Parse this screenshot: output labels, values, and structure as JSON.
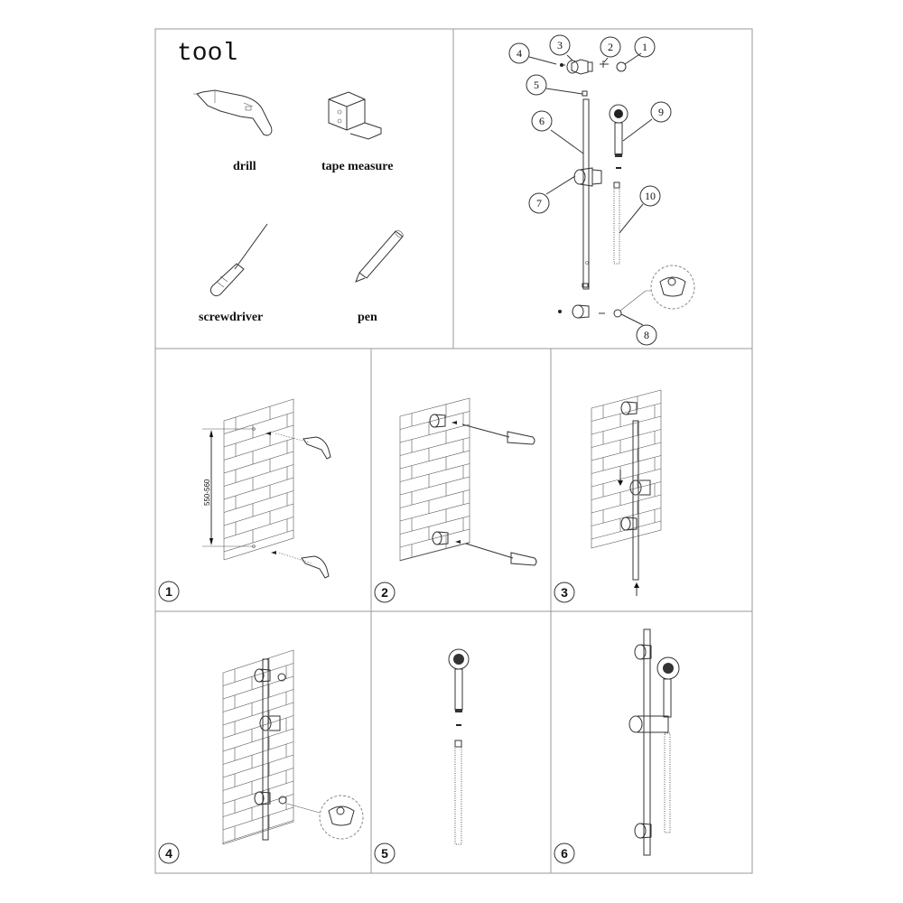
{
  "tools": {
    "title": "tool",
    "items": [
      {
        "label": "drill",
        "icon": "drill-icon"
      },
      {
        "label": "tape measure",
        "icon": "tape-measure-icon"
      },
      {
        "label": "screwdriver",
        "icon": "screwdriver-icon"
      },
      {
        "label": "pen",
        "icon": "pen-icon"
      }
    ]
  },
  "parts": {
    "callouts": [
      "1",
      "2",
      "3",
      "4",
      "5",
      "6",
      "7",
      "8",
      "9",
      "10"
    ]
  },
  "steps": {
    "numbers": [
      "1",
      "2",
      "3",
      "4",
      "5",
      "6"
    ],
    "dimension": "550-560"
  }
}
